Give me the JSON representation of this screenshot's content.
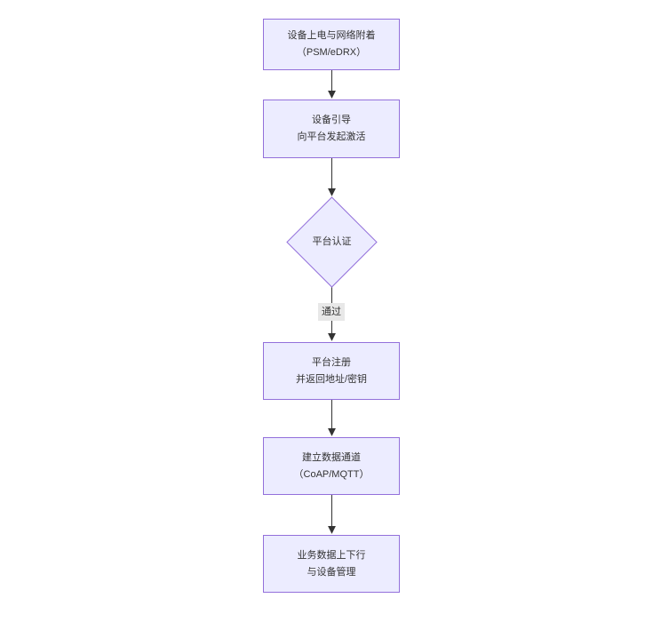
{
  "theme": {
    "background": "#ffffff",
    "node_fill": "#ECECFF",
    "node_border": "#9370DB",
    "text_color": "#333333",
    "arrow_color": "#333333",
    "edge_label_bg": "#e8e8e8"
  },
  "flowchart": {
    "direction": "top-down",
    "nodes": [
      {
        "id": "device-power-attach",
        "type": "rect",
        "lines": [
          "设备上电与网络附着",
          "（PSM/eDRX）"
        ]
      },
      {
        "id": "device-bootstrap",
        "type": "rect",
        "lines": [
          "设备引导",
          "向平台发起激活"
        ]
      },
      {
        "id": "platform-auth",
        "type": "diamond",
        "lines": [
          "平台认证"
        ]
      },
      {
        "id": "platform-register",
        "type": "rect",
        "lines": [
          "平台注册",
          "并返回地址/密钥"
        ]
      },
      {
        "id": "data-channel",
        "type": "rect",
        "lines": [
          "建立数据通道",
          "（CoAP/MQTT）"
        ]
      },
      {
        "id": "business-data",
        "type": "rect",
        "lines": [
          "业务数据上下行",
          "与设备管理"
        ]
      }
    ],
    "edges": [
      {
        "from": "device-power-attach",
        "to": "device-bootstrap",
        "label": ""
      },
      {
        "from": "device-bootstrap",
        "to": "platform-auth",
        "label": ""
      },
      {
        "from": "platform-auth",
        "to": "platform-register",
        "label": "通过"
      },
      {
        "from": "platform-register",
        "to": "data-channel",
        "label": ""
      },
      {
        "from": "data-channel",
        "to": "business-data",
        "label": ""
      }
    ]
  }
}
